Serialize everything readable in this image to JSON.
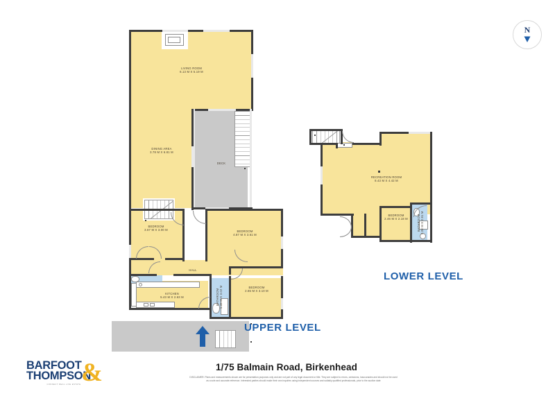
{
  "document": {
    "address": "1/75 Balmain Road, Birkenhead",
    "disclaimer_line1": "DISCLAIMER: Plans and measurements shown are for presentation purposes only and are not part of any legal document or title. They are subject to errors, omissions, inaccuracies and should not be used",
    "disclaimer_line2": "as a sole and accurate reference. Interested parties should make their own inquiries using independent sources and suitably qualified professionals, prior to the auction date"
  },
  "brand": {
    "name_line1": "BARFOOT",
    "name_line2": "THOMPSON",
    "ampersand": "&",
    "tagline": "CONNECT REAL LIVE ESTATE",
    "navy": "#1b3f73",
    "gold": "#f0b323"
  },
  "compass": {
    "label": "N",
    "direction": "south-arrow"
  },
  "levels": [
    {
      "id": "upper",
      "label": "UPPER LEVEL"
    },
    {
      "id": "lower",
      "label": "LOWER LEVEL"
    }
  ],
  "colors": {
    "room_fill": "#f8e49b",
    "wet_area_fill": "#bcd9ef",
    "deck_fill": "#c9c9c9",
    "wall": "#3d3d3d",
    "level_label": "#1f5fa9",
    "entry_arrow": "#1f5fa9"
  },
  "upper_level": {
    "rooms": [
      {
        "name": "LIVING ROOM",
        "dimensions": "6.13 M X 5.19 M"
      },
      {
        "name": "DINING AREA",
        "dimensions": "3.78 M X 6.81 M"
      },
      {
        "name": "DECK",
        "dimensions": ""
      },
      {
        "name": "BEDROOM",
        "dimensions": "3.67 M X 3.00 M"
      },
      {
        "name": "BEDROOM",
        "dimensions": "4.87 M X 3.61 M"
      },
      {
        "name": "HALL",
        "dimensions": ""
      },
      {
        "name": "KITCHEN",
        "dimensions": "5.43 M X 2.63 M"
      },
      {
        "name": "BATHROOM",
        "dimensions": "1.49 M X 3.02 M"
      },
      {
        "name": "BEDROOM",
        "dimensions": "2.65 M X 3.10 M"
      }
    ]
  },
  "lower_level": {
    "rooms": [
      {
        "name": "RECREATION ROOM",
        "dimensions": "8.43 M X 4.42 M"
      },
      {
        "name": "BEDROOM",
        "dimensions": "2.46 M X 2.18 M"
      },
      {
        "name": "BATHROOM",
        "dimensions": "2.28 M X 2.91 M"
      }
    ]
  }
}
